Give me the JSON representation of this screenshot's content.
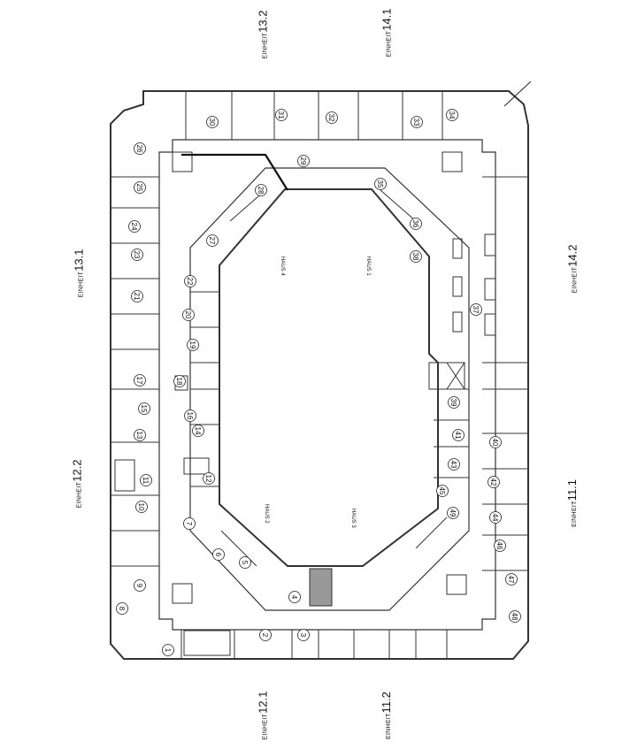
{
  "units": [
    {
      "id": "13.2",
      "prefix": "EINHEIT",
      "code": "13.2"
    },
    {
      "id": "14.1",
      "prefix": "EINHEIT",
      "code": "14.1"
    },
    {
      "id": "13.1",
      "prefix": "EINHEIT",
      "code": "13.1"
    },
    {
      "id": "14.2",
      "prefix": "EINHEIT",
      "code": "14.2"
    },
    {
      "id": "12.2",
      "prefix": "EINHEIT",
      "code": "12.2"
    },
    {
      "id": "11.1",
      "prefix": "EINHEIT",
      "code": "11.1"
    },
    {
      "id": "12.1",
      "prefix": "EINHEIT",
      "code": "12.1"
    },
    {
      "id": "11.2",
      "prefix": "EINHEIT",
      "code": "11.2"
    }
  ],
  "haus": [
    "HAUS 1",
    "HAUS 2",
    "HAUS 3",
    "HAUS 4"
  ],
  "rooms": [
    "1",
    "2",
    "3",
    "4",
    "5",
    "6",
    "7",
    "8",
    "9",
    "10",
    "11",
    "12",
    "13",
    "14",
    "15",
    "16",
    "17",
    "18",
    "19",
    "20",
    "21",
    "22",
    "23",
    "24",
    "25",
    "26",
    "27",
    "28",
    "29",
    "30",
    "31",
    "32",
    "33",
    "34",
    "35",
    "36",
    "37",
    "38",
    "39",
    "40",
    "41",
    "42",
    "43",
    "44",
    "45",
    "46",
    "47",
    "48",
    "49"
  ]
}
